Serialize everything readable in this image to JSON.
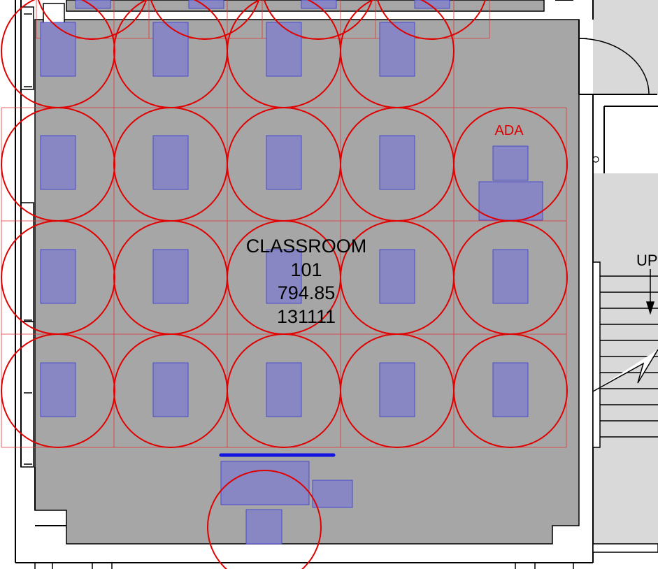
{
  "room": {
    "name": "CLASSROOM",
    "number": "101",
    "area": "794.85",
    "code": "131111"
  },
  "ada_label": "ADA",
  "stair_label": "UP",
  "colors": {
    "floor": "#a6a6a6",
    "desk_fill": "#8887c4",
    "desk_stroke": "#3a3ad0",
    "circle": "#e00000",
    "grid": "#e53333",
    "wall": "#000000",
    "board": "#1414e0",
    "corridor": "#d9d9d9"
  }
}
